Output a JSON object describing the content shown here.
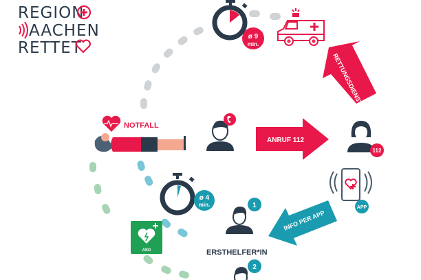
{
  "logo": {
    "line1": "REGION",
    "line2": "AACHEN",
    "line3": "RETTET"
  },
  "labels": {
    "notfall": "NOTFALL",
    "anruf": "ANRUF 112",
    "rettungsdienst": "RETTUNGSDIENST",
    "info_per_app": "INFO PER APP",
    "ersthelfer": "ERSTHELFER*IN",
    "aed": "AED",
    "app": "APP",
    "badge_112": "112"
  },
  "timers": {
    "ambulance": {
      "value": "ø 9",
      "unit": "min."
    },
    "first_responder": {
      "value": "ø 4",
      "unit": "min."
    }
  },
  "helpers": [
    {
      "number": "1"
    },
    {
      "number": "2"
    }
  ],
  "colors": {
    "red": "#e8194a",
    "dark": "#2b3a4a",
    "teal": "#1a9bb0",
    "green": "#1fa055"
  }
}
